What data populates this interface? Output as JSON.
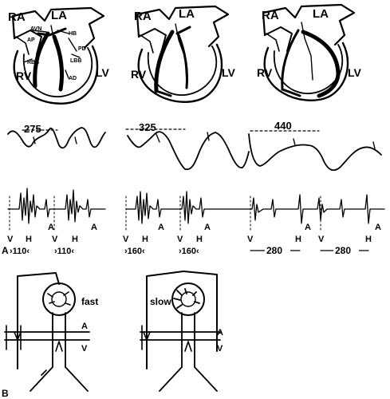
{
  "panels": [
    {
      "heart": {
        "ra": "RA",
        "la": "LA",
        "rv": "RV",
        "lv": "LV",
        "avn": "AVN",
        "hb": "HB",
        "ap": "AP",
        "rbb": "RBB",
        "lbb": "LBB",
        "pd": "PD",
        "ad": "AD"
      },
      "cycle_value": "275",
      "marks": {
        "v1": "V",
        "h1": "H",
        "v2": "V",
        "h2": "H",
        "a1": "A",
        "a2": "A"
      },
      "intervals": [
        "›110‹",
        "›110‹"
      ]
    },
    {
      "heart": {
        "ra": "RA",
        "la": "LA",
        "rv": "RV",
        "lv": "LV"
      },
      "cycle_value": "325",
      "marks": {
        "v1": "V",
        "h1": "H",
        "a1": "A",
        "v2": "V",
        "h2": "H",
        "a2": "A"
      },
      "intervals": [
        "›160‹",
        "›160‹"
      ]
    },
    {
      "heart": {
        "ra": "RA",
        "la": "LA",
        "rv": "RV",
        "lv": "LV"
      },
      "cycle_value": "440",
      "marks": {
        "v1": "V",
        "h1": "H",
        "v2": "V",
        "h2": "H",
        "a1": "A",
        "a2": "A"
      },
      "intervals": [
        "280",
        "280"
      ]
    }
  ],
  "section_labels": {
    "a": "A",
    "b": "B"
  },
  "bottom": {
    "left": {
      "pathway": "fast",
      "a": "A",
      "v": "V"
    },
    "right": {
      "pathway": "slow",
      "a": "A",
      "v": "V"
    }
  }
}
